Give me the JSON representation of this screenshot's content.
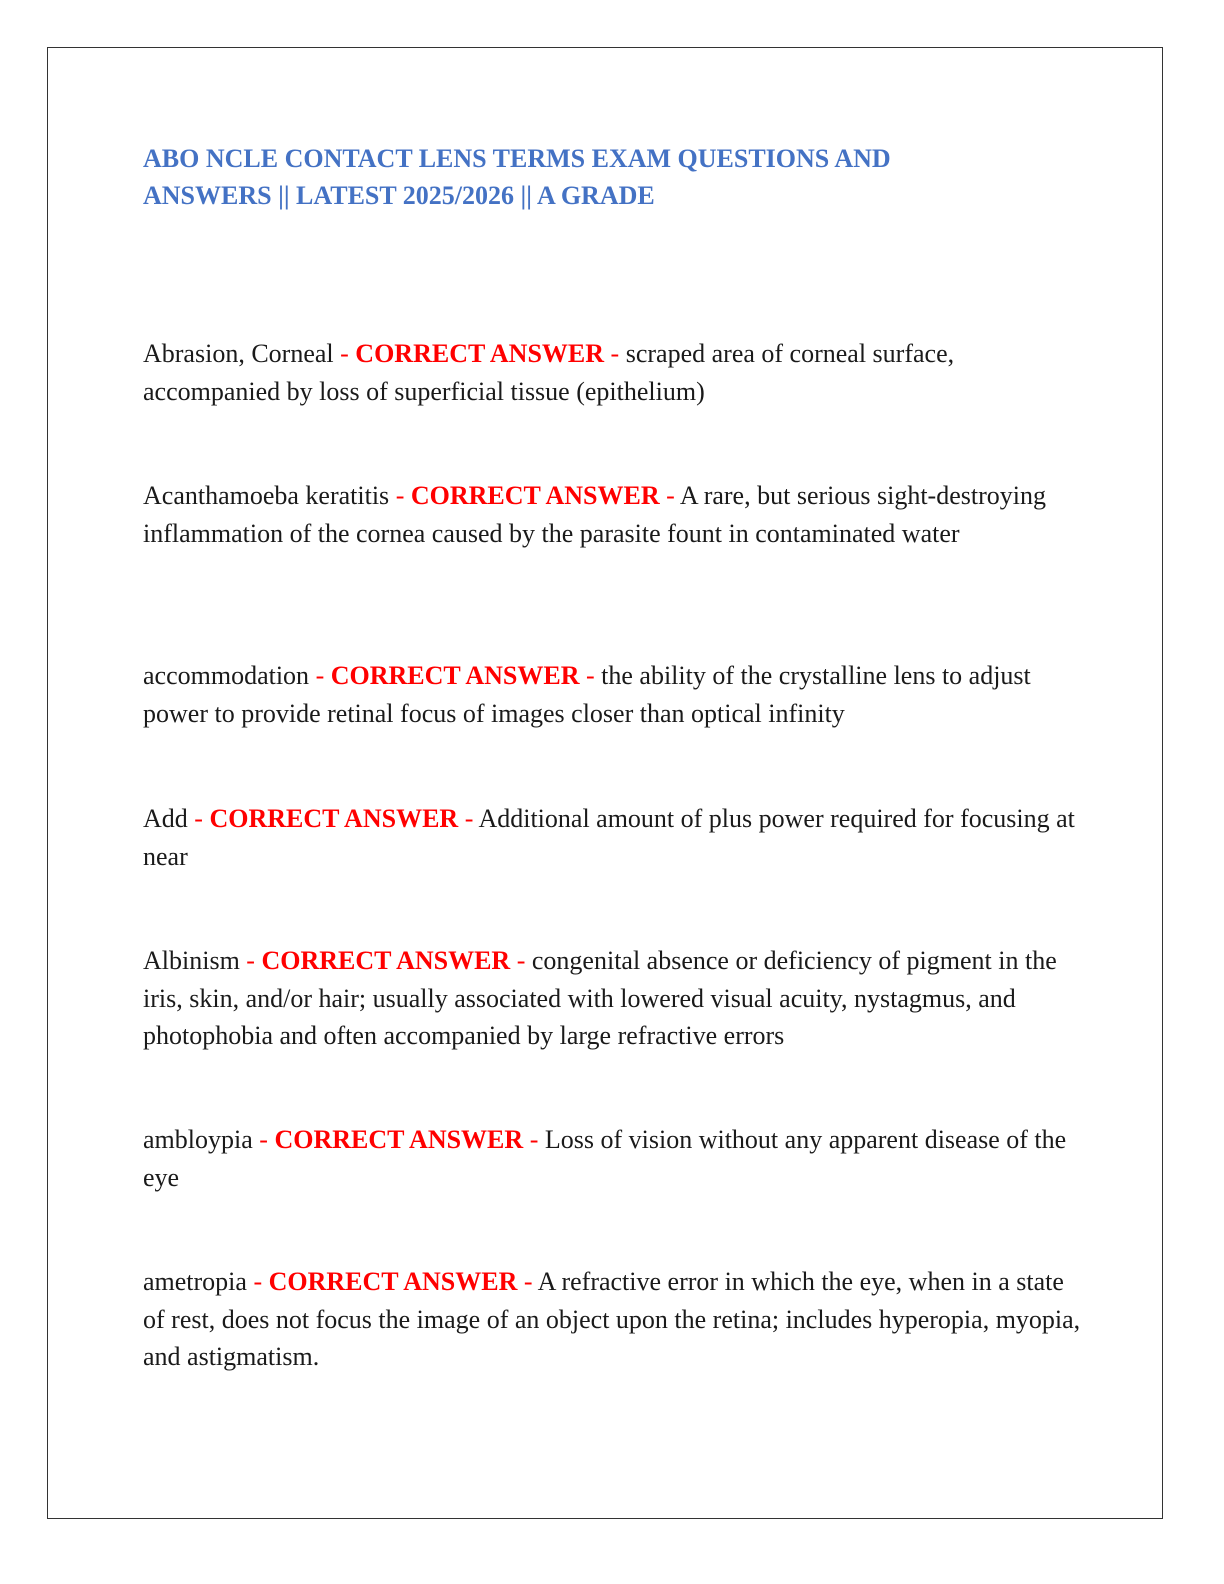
{
  "document": {
    "title": "ABO NCLE CONTACT LENS TERMS EXAM QUESTIONS AND ANSWERS || LATEST 2025/2026 || A GRADE",
    "separator": "-",
    "answer_label": "CORRECT ANSWER",
    "accent_color": "#ff0000",
    "title_color": "#4472c4",
    "entries": [
      {
        "term": "Abrasion, Corneal",
        "definition": "scraped area of corneal surface, accompanied by loss of superficial tissue (epithelium)"
      },
      {
        "term": "Acanthamoeba keratitis",
        "definition": "A rare, but serious sight-destroying inflammation of the cornea caused by the parasite fount in contaminated water"
      },
      {
        "term": "accommodation",
        "definition": "the ability of the crystalline lens to adjust power to provide retinal focus of images closer than optical infinity"
      },
      {
        "term": "Add",
        "definition": "Additional amount of plus power required for focusing at near"
      },
      {
        "term": "Albinism",
        "definition": "congenital absence or deficiency of pigment in the iris, skin, and/or hair; usually associated with lowered visual acuity, nystagmus, and photophobia and often accompanied by large refractive errors"
      },
      {
        "term": "ambloypia",
        "definition": "Loss of vision without any apparent disease of the eye"
      },
      {
        "term": "ametropia",
        "definition": "A refractive error in which the eye, when in a state of rest, does not focus the image of an object upon the retina; includes hyperopia, myopia, and astigmatism."
      }
    ]
  }
}
